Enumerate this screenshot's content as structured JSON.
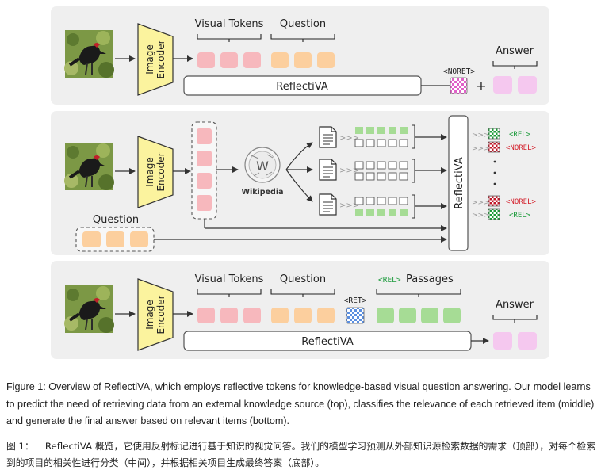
{
  "figure": {
    "labels": {
      "visual_tokens": "Visual Tokens",
      "question": "Question",
      "answer": "Answer",
      "model": "ReflectiVA",
      "encoder_line1": "Image",
      "encoder_line2": "Encoder",
      "noret": "<NORET>",
      "ret": "<RET>",
      "rel": "<REL>",
      "norel": "<NOREL>",
      "passages": "Passages",
      "plus": "+",
      "wikipedia": "Wikipedia",
      "chevrons": ">>>"
    },
    "colors": {
      "panel_bg": "#efefef",
      "visual_token": "#f7b8bd",
      "question_token": "#fccf9e",
      "answer_token": "#f5c8ef",
      "passage_token": "#a6dc95",
      "encoder_fill": "#fbf39e",
      "rel_text": "#1a9a3a",
      "norel_text": "#d4202c",
      "ret_text": "#1a9a3a"
    },
    "middle_items": [
      {
        "tag": "rel"
      },
      {
        "tag": "norel"
      },
      {
        "tag": "norel"
      },
      {
        "tag": "rel"
      }
    ]
  },
  "caption": {
    "en": "Figure 1: Overview of ReflectiVA, which employs reflective tokens for knowledge-based visual question answering. Our model learns to predict the need of retrieving data from an external knowledge source (top), classifies the relevance of each retrieved item (middle) and generate the final answer based on relevant items (bottom).",
    "zh_label": "图 1：",
    "zh_text": "ReflectiVA 概览，它使用反射标记进行基于知识的视觉问答。我们的模型学习预测从外部知识源检索数据的需求（顶部），对每个检索到的项目的相关性进行分类（中间），并根据相关项目生成最终答案（底部）。"
  }
}
